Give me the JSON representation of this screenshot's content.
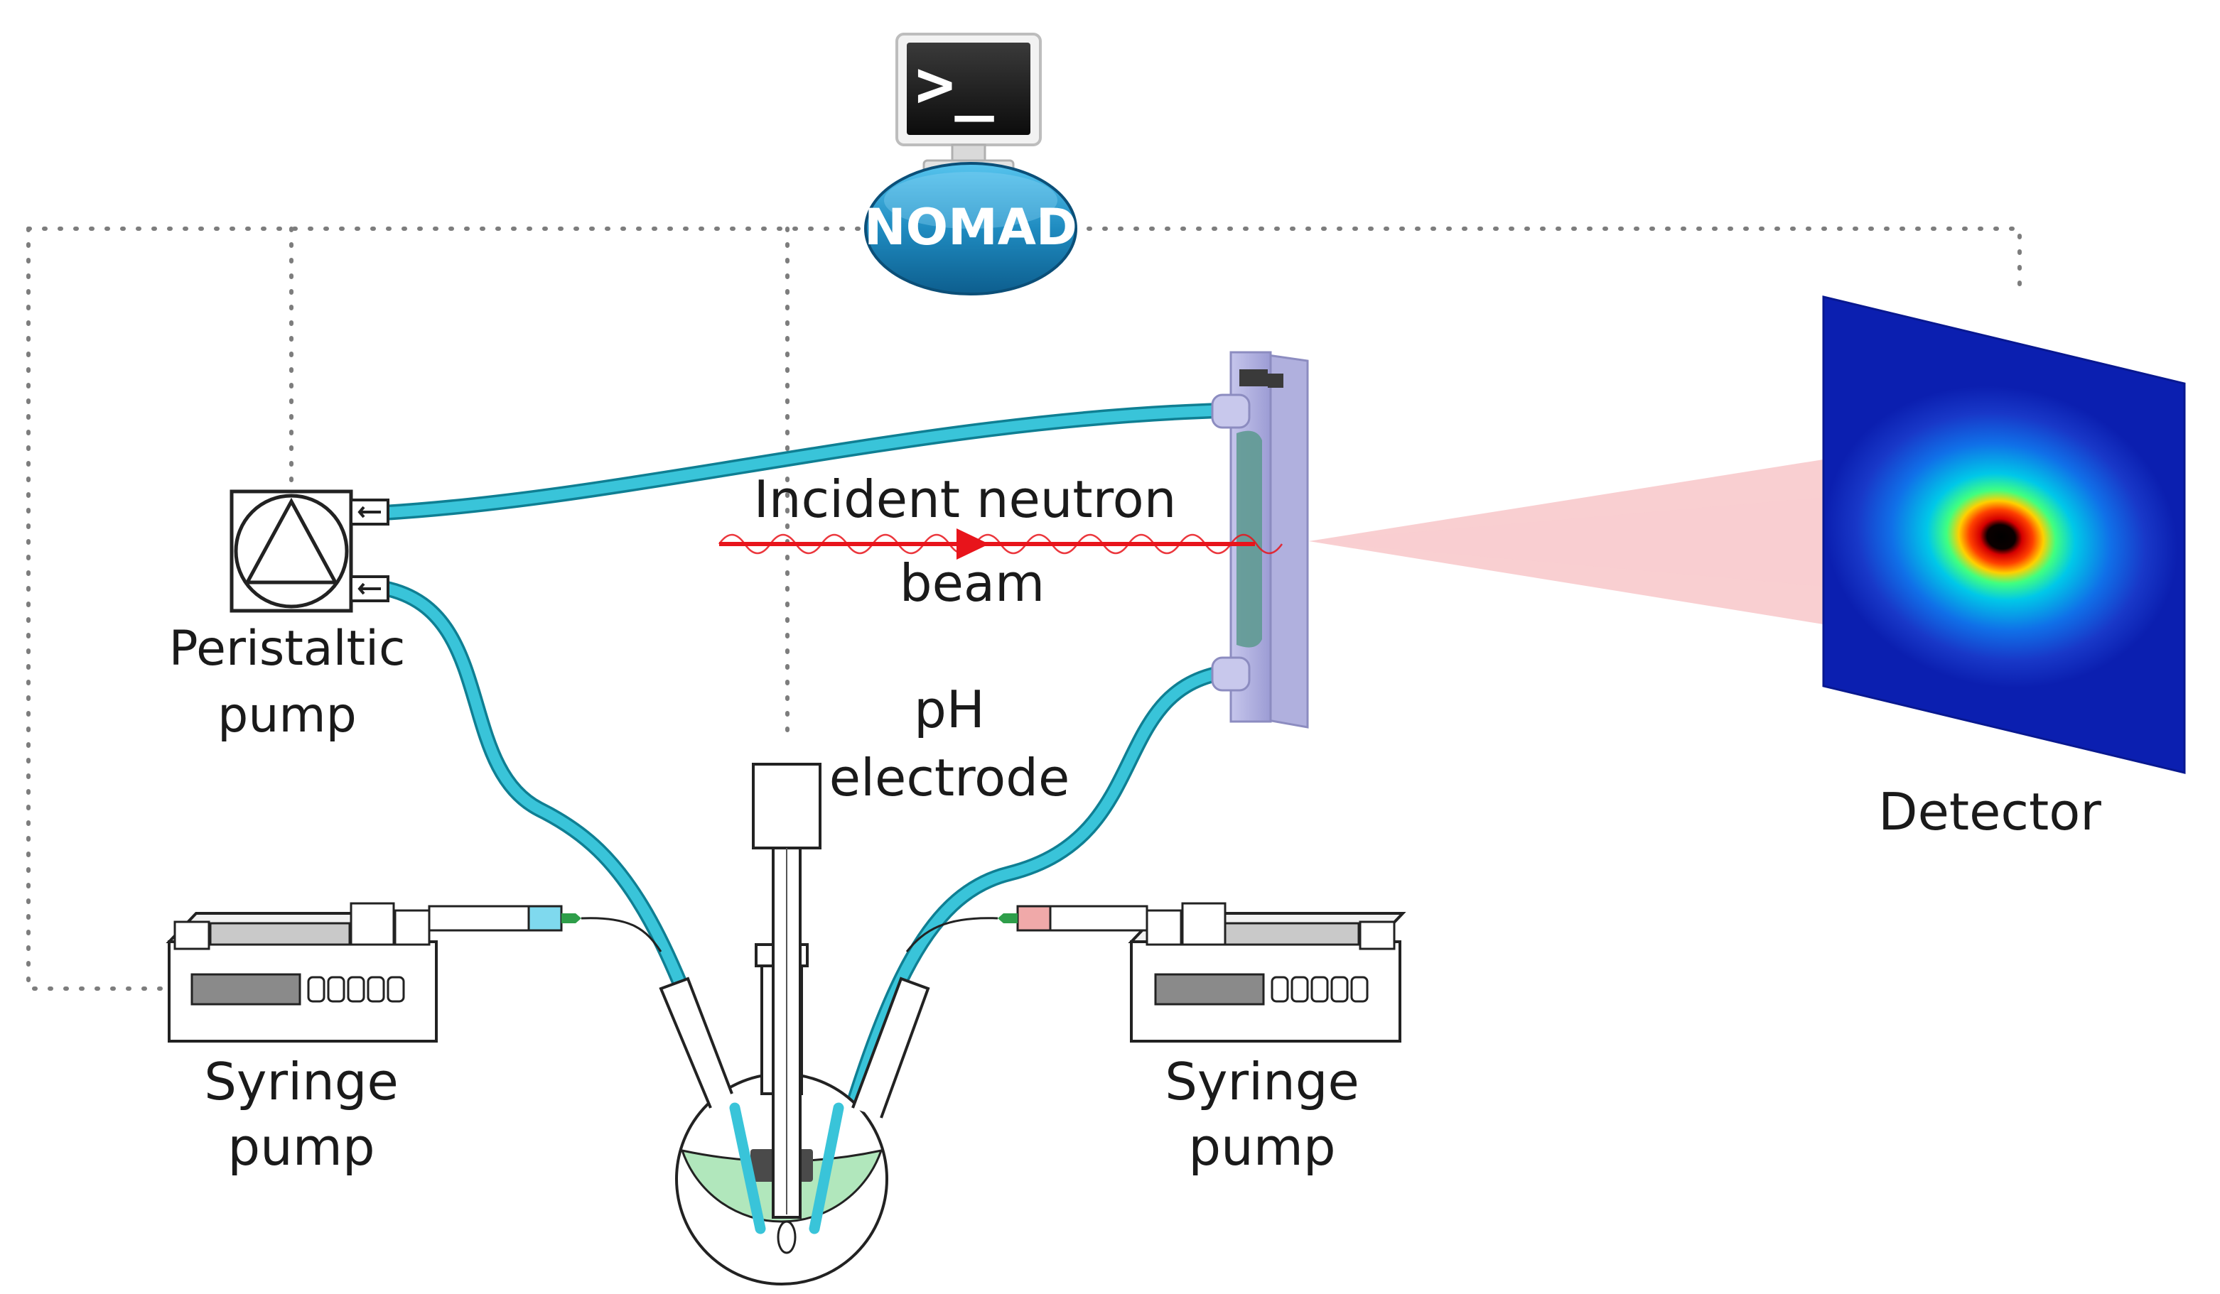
{
  "server": {
    "terminal_prompt": ">_",
    "name": "NOMAD"
  },
  "labels": {
    "peristaltic_line1": "Peristaltic",
    "peristaltic_line2": "pump",
    "beam_line1": "Incident neutron",
    "beam_line2": "beam",
    "ph_line1": "pH",
    "ph_line2": "electrode",
    "detector": "Detector",
    "syringe_left_line1": "Syringe",
    "syringe_left_line2": "pump",
    "syringe_right_line1": "Syringe",
    "syringe_right_line2": "pump"
  },
  "colors": {
    "tubing": "#39c4d9",
    "beam": "#e8141b",
    "scattered": "#f4a7ab",
    "nomad_oval": "#1f8bc0",
    "solution": "#a9e4b5",
    "detector_bg": "#0b1fb0",
    "syringe_left_tip": "#7fd9ee",
    "syringe_right_tip": "#f0a9a9"
  },
  "icons": {
    "terminal": "terminal-monitor-icon",
    "pump": "peristaltic-pump-icon",
    "syringe_pump": "syringe-pump-icon",
    "flask": "three-neck-flask-icon",
    "cell": "flow-cell-icon",
    "detector": "area-detector-icon"
  }
}
